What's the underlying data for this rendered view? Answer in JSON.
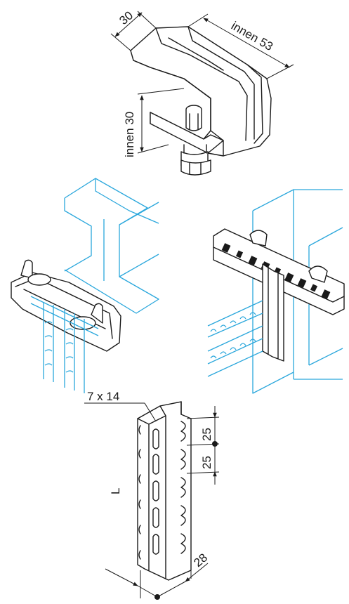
{
  "dimensions": {
    "clamp_width": "30",
    "clamp_inner_width": "innen 53",
    "clamp_inner_height": "innen 30",
    "slot_size": "7 x 14",
    "slot_pitch_a": "25",
    "slot_pitch_b": "25",
    "length": "L",
    "profile_width": "28"
  },
  "colors": {
    "line": "#1a1a1a",
    "steel_beam": "#2aa7dc",
    "background": "#ffffff"
  }
}
